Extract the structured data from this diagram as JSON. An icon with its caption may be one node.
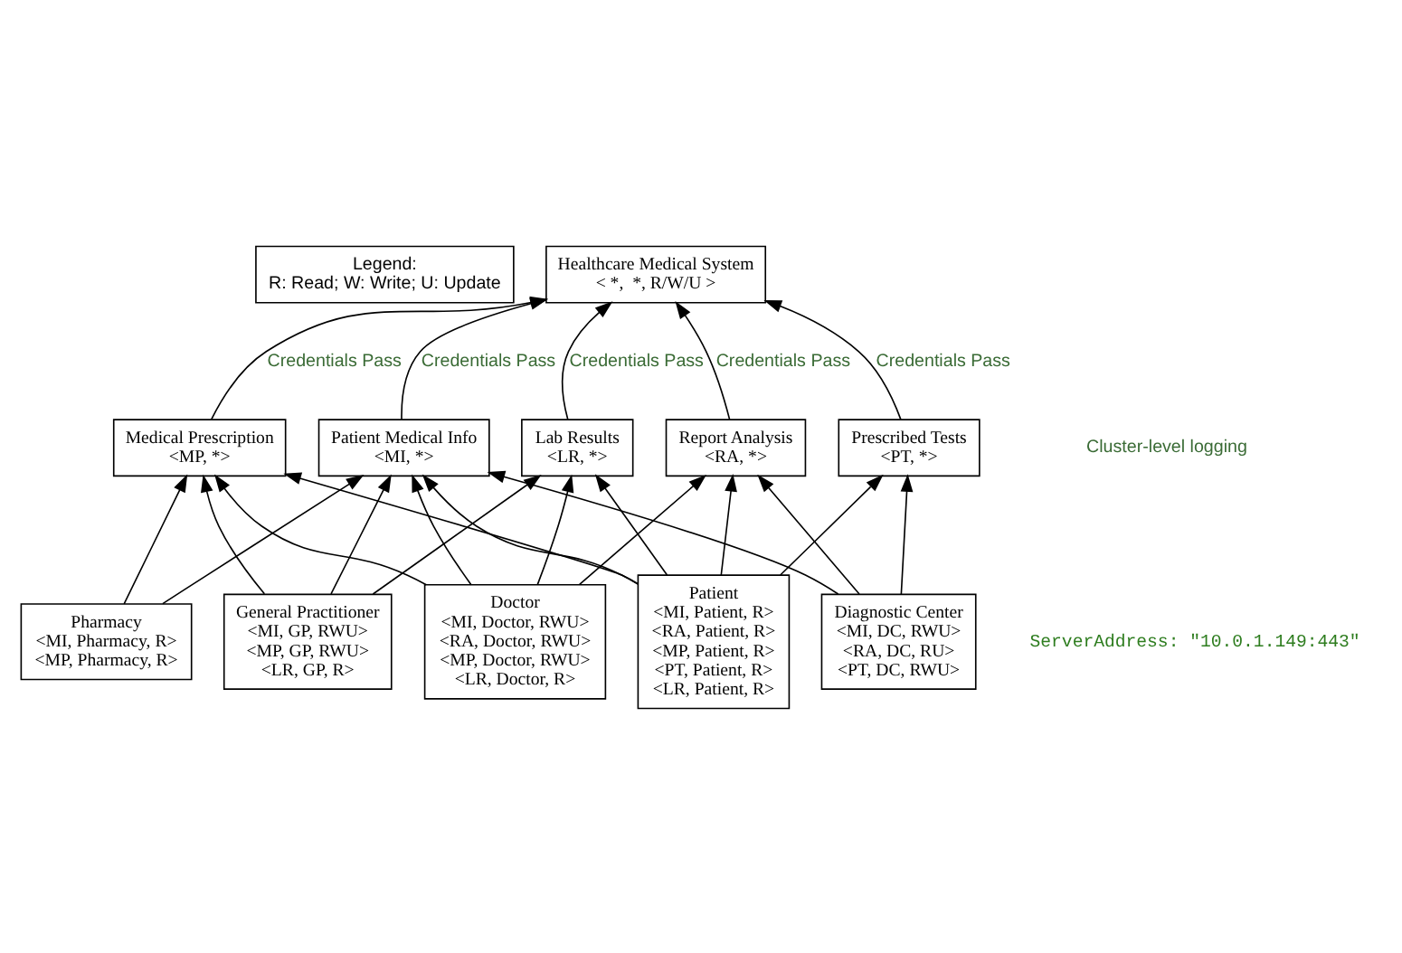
{
  "diagram": {
    "nodes": [
      {
        "text": [
          "Legend:",
          "R: Read; W: Write; U: Update"
        ]
      },
      {
        "text": [
          "Healthcare Medical System",
          "< *,  *, R/W/U >"
        ]
      },
      {
        "text": [
          "Patient Medical Info",
          "<MI, *>"
        ]
      },
      {
        "text": [
          "Report Analysis",
          "<RA, *>"
        ]
      },
      {
        "text": [
          "Medical Prescription",
          "<MP, *>"
        ]
      },
      {
        "text": [
          "Prescribed Tests",
          "<PT, *>"
        ]
      },
      {
        "text": [
          "Lab Results",
          "<LR, *>"
        ]
      },
      {
        "text": [
          "Patient",
          "<MI, Patient, R>",
          "<RA, Patient, R>",
          "<MP, Patient, R>",
          "<PT, Patient, R>",
          "<LR, Patient, R>"
        ]
      },
      {
        "text": [
          "Doctor",
          "<MI, Doctor, RWU>",
          "<RA, Doctor, RWU>",
          "<MP, Doctor, RWU>",
          "<LR, Doctor, R>"
        ]
      },
      {
        "text": [
          "General Practitioner",
          "<MI, GP, RWU>",
          "<MP, GP, RWU>",
          "<LR, GP, R>"
        ]
      },
      {
        "text": [
          "Diagnostic Center",
          "<MI, DC, RWU>",
          "<RA, DC, RU>",
          "<PT, DC, RWU>"
        ]
      },
      {
        "text": [
          "Pharmacy",
          "<MI, Pharmacy, R>",
          "<MP, Pharmacy, R>"
        ]
      }
    ],
    "edges": [
      {
        "from": 2,
        "to": 1,
        "arrow": "to",
        "label": "Credentials Pass"
      },
      {
        "from": 3,
        "to": 1,
        "arrow": "to",
        "label": "Credentials Pass"
      },
      {
        "from": 4,
        "to": 1,
        "arrow": "to",
        "label": "Credentials Pass"
      },
      {
        "from": 5,
        "to": 1,
        "arrow": "to",
        "label": "Credentials Pass"
      },
      {
        "from": 6,
        "to": 1,
        "arrow": "to",
        "label": "Credentials Pass"
      },
      {
        "from": 7,
        "to": 2,
        "arrow": "to"
      },
      {
        "from": 7,
        "to": 3,
        "arrow": "to"
      },
      {
        "from": 7,
        "to": 4,
        "arrow": "to"
      },
      {
        "from": 7,
        "to": 5,
        "arrow": "to"
      },
      {
        "from": 7,
        "to": 6,
        "arrow": "to"
      },
      {
        "from": 8,
        "to": 2,
        "arrow": "to"
      },
      {
        "from": 8,
        "to": 3,
        "arrow": "to"
      },
      {
        "from": 8,
        "to": 4,
        "arrow": "to"
      },
      {
        "from": 8,
        "to": 6,
        "arrow": "to"
      },
      {
        "from": 9,
        "to": 2,
        "arrow": "to"
      },
      {
        "from": 9,
        "to": 4,
        "arrow": "to"
      },
      {
        "from": 9,
        "to": 6,
        "arrow": "to"
      },
      {
        "from": 10,
        "to": 2,
        "arrow": "to"
      },
      {
        "from": 10,
        "to": 3,
        "arrow": "to"
      },
      {
        "from": 10,
        "to": 5,
        "arrow": "to"
      },
      {
        "from": 11,
        "to": 2,
        "arrow": "to"
      },
      {
        "from": 11,
        "to": 4,
        "arrow": "to"
      }
    ],
    "labels": [
      "Cluster-level logging",
      "ServerAddress: \"10.0.1.149:443\""
    ]
  }
}
